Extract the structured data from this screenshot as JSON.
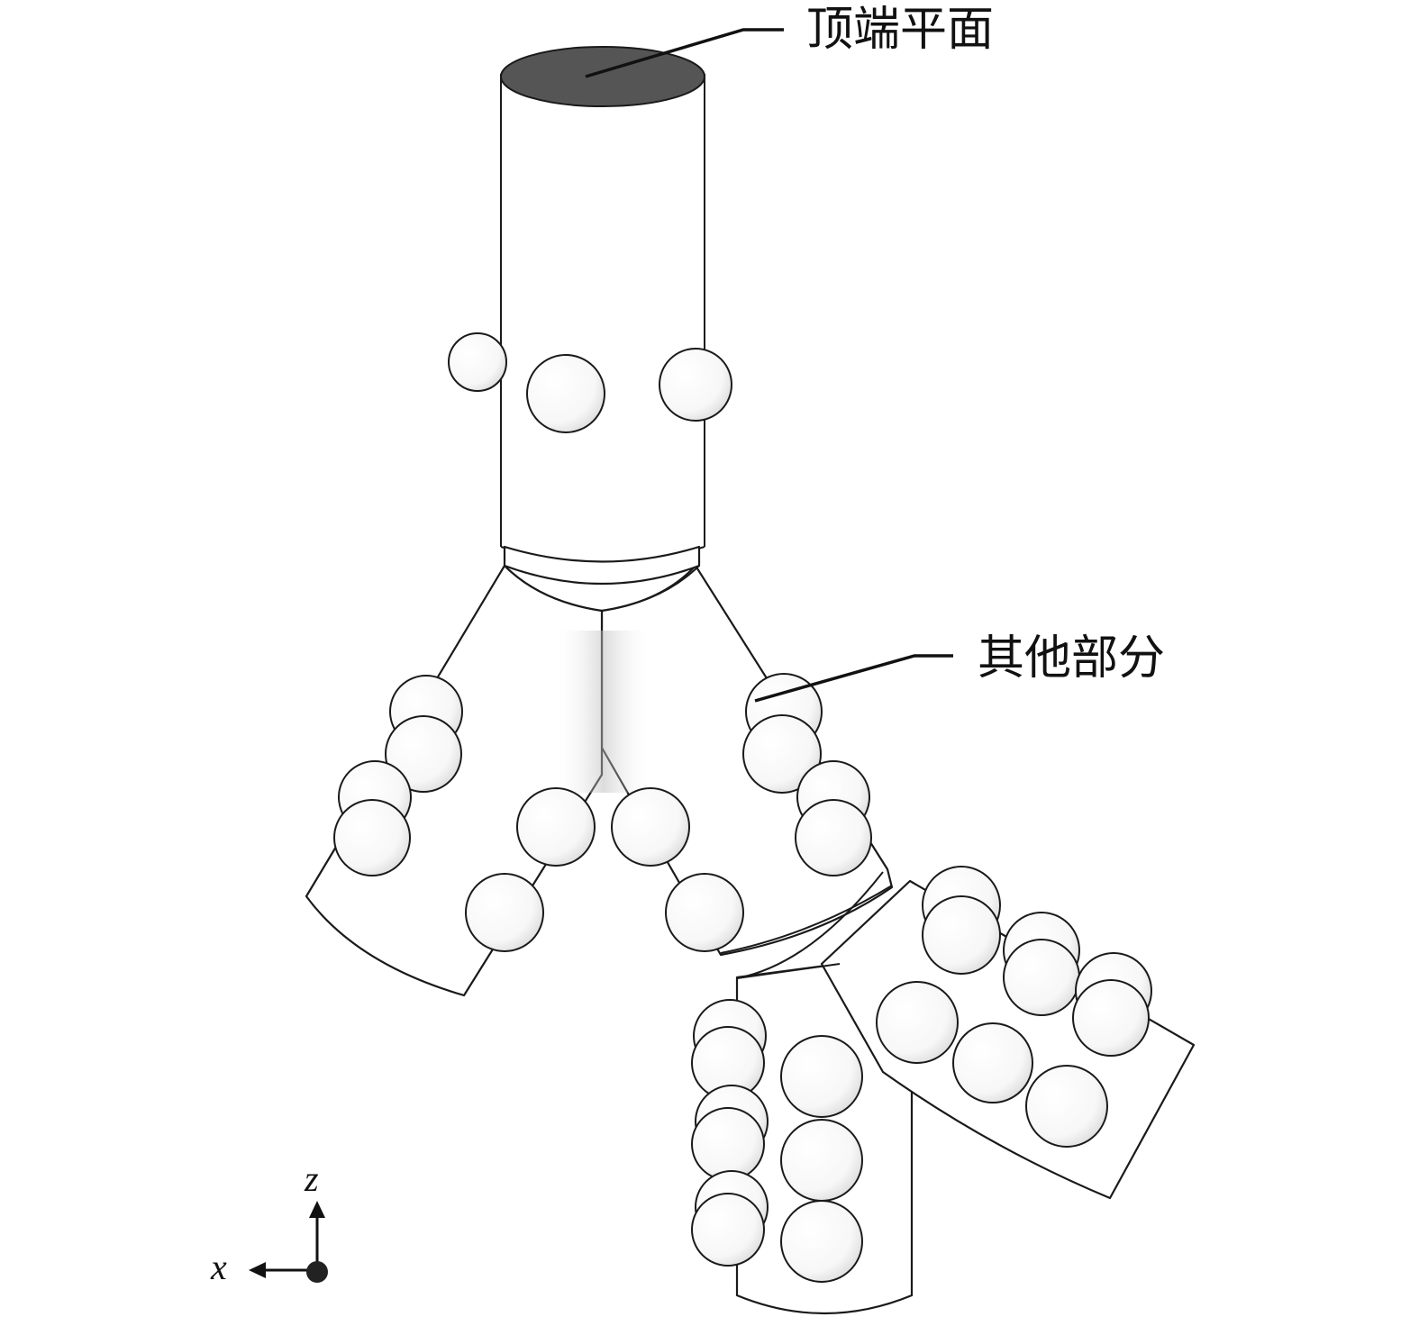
{
  "figure": {
    "labels": {
      "top_plane": "顶端平面",
      "other_parts": "其他部分"
    },
    "axes": {
      "z": "z",
      "x": "x"
    },
    "colors": {
      "top_face": "#555555",
      "outline": "#1a1a1a",
      "shade": "#cfcfcf"
    }
  }
}
